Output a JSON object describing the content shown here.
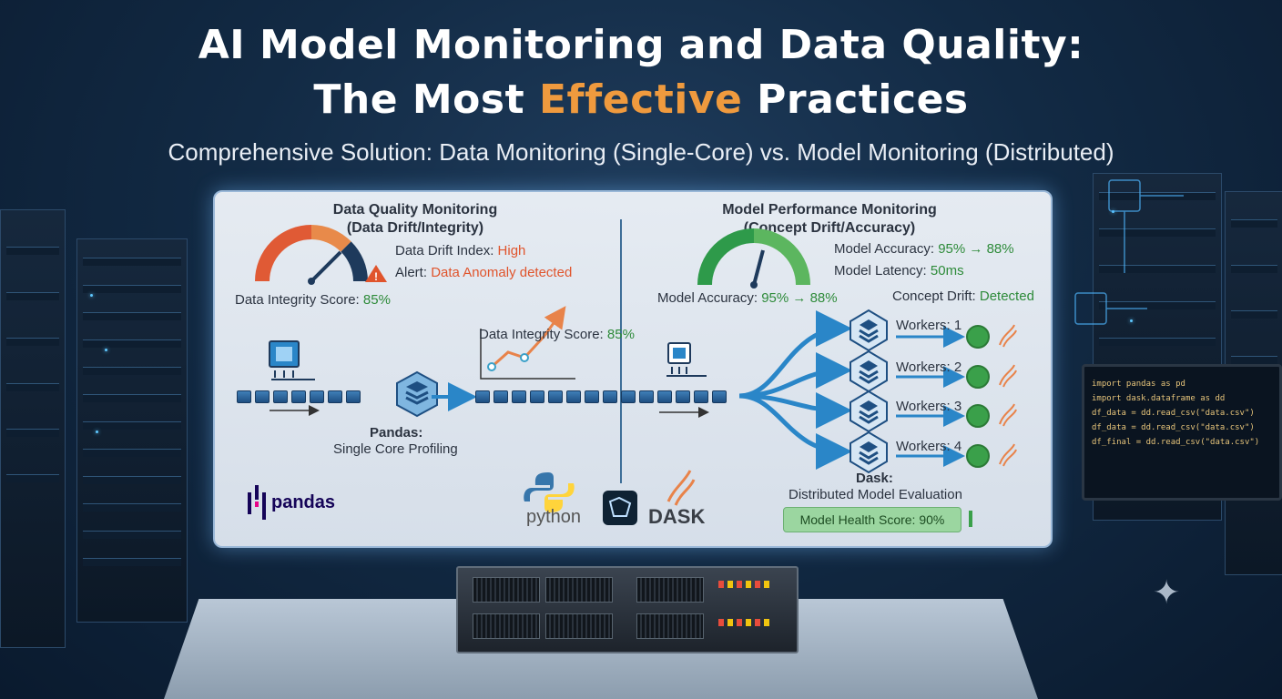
{
  "title_line1": "AI Model Monitoring and Data Quality:",
  "title_line2_pre": "The Most ",
  "title_line2_accent": "Effective",
  "title_line2_post": " Practices",
  "subtitle": "Comprehensive Solution: Data Monitoring (Single-Core) vs. Model Monitoring (Distributed)",
  "left": {
    "heading_line1": "Data Quality Monitoring",
    "heading_line2": "(Data Drift/Integrity)",
    "drift_label": "Data Drift Index: ",
    "drift_value": "High",
    "alert_label": "Alert: ",
    "alert_value": "Data Anomaly detected",
    "gauge_label": "Data Integrity Score: ",
    "gauge_value": "85%",
    "chart_label": "Data Integrity Score: ",
    "chart_value": "85%",
    "pandas_title": "Pandas:",
    "pandas_sub": "Single Core Profiling",
    "pandas_logo": "pandas"
  },
  "right": {
    "heading_line1": "Model Performance Monitoring",
    "heading_line2": "(Concept Drift/Accuracy)",
    "accuracy_label": "Model Accuracy: ",
    "accuracy_value": "95% → 88%",
    "latency_label": "Model Latency: ",
    "latency_value": "50ms",
    "gauge_label": "Model Accuracy: ",
    "gauge_value": "95% → 88%",
    "drift_label": "Concept Drift: ",
    "drift_value": "Detected",
    "workers": [
      "Workers: 1",
      "Workers: 2",
      "Workers: 3",
      "Workers: 4"
    ],
    "dask_title": "Dask:",
    "dask_sub": "Distributed Model Evaluation",
    "health": "Model Health Score: 90%"
  },
  "logos": {
    "python": "python",
    "dask": "DASK"
  },
  "monitor_code": [
    "import pandas as pd",
    "import dask.dataframe as dd",
    "df_data = dd.read_csv(\"data.csv\")",
    "df_data = dd.read_csv(\"data.csv\")",
    "df_final = dd.read_csv(\"data.csv\")"
  ],
  "colors": {
    "accent": "#ef9a3e",
    "good": "#2e8b3a",
    "alert": "#e0542c",
    "flow": "#2a86c8"
  }
}
